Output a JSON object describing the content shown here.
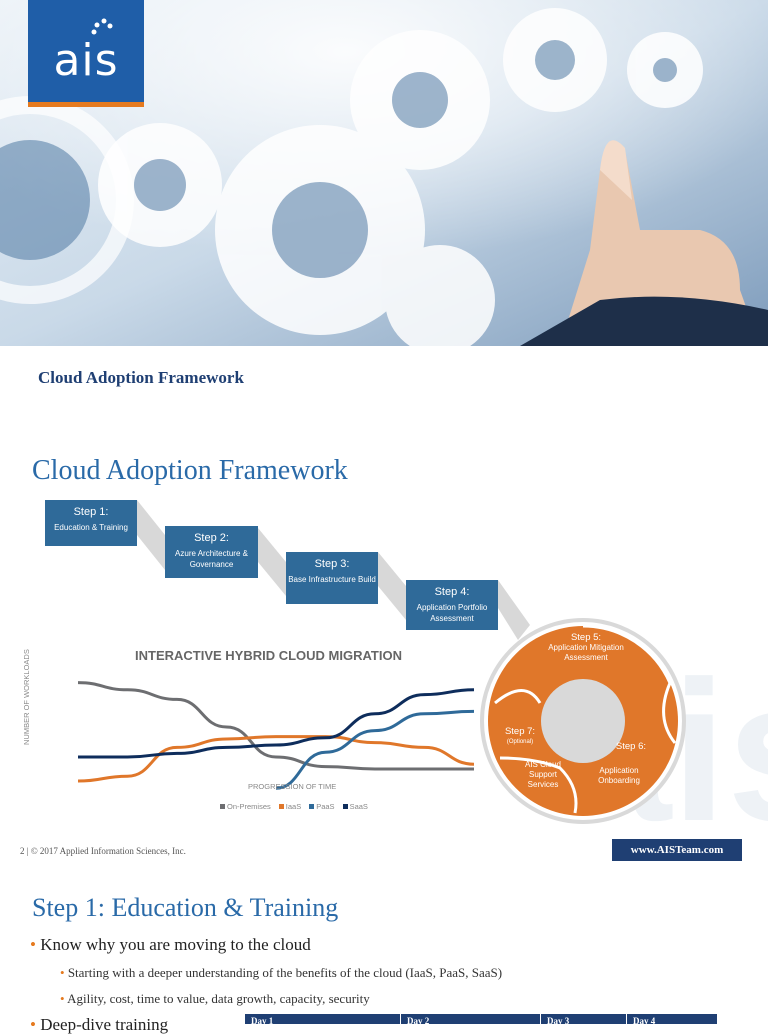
{
  "logo": {
    "text": "ais"
  },
  "header": {
    "title": "Cloud Adoption Framework"
  },
  "slide1": {
    "title": "Cloud Adoption Framework",
    "steps": [
      {
        "title": "Step 1:",
        "desc": "Education & Training"
      },
      {
        "title": "Step 2:",
        "desc": "Azure Architecture & Governance"
      },
      {
        "title": "Step 3:",
        "desc": "Base Infrastructure Build"
      },
      {
        "title": "Step 4:",
        "desc": "Application Portfolio Assessment"
      }
    ],
    "cycle": {
      "step5": {
        "title": "Step 5:",
        "desc": "Application Mitigation Assessment"
      },
      "step6": {
        "title": "Step 6:",
        "desc": "Application Onboarding"
      },
      "step7": {
        "title": "Step 7:",
        "sub": "(Optional)",
        "desc": "AIS Cloud Support Services"
      }
    }
  },
  "chart_data": {
    "type": "line",
    "title": "INTERACTIVE HYBRID CLOUD MIGRATION",
    "xlabel": "PROGRESSION OF TIME",
    "ylabel": "NUMBER OF WORKLOADS",
    "legend_position": "bottom",
    "x": [
      0,
      1,
      2,
      3,
      4,
      5,
      6,
      7,
      8
    ],
    "series": [
      {
        "name": "On-Premises",
        "color": "#6d6e71",
        "values": [
          0.92,
          0.86,
          0.78,
          0.55,
          0.3,
          0.22,
          0.2,
          0.2,
          0.2
        ]
      },
      {
        "name": "IaaS",
        "color": "#e0772a",
        "values": [
          0.1,
          0.14,
          0.38,
          0.45,
          0.47,
          0.47,
          0.42,
          0.38,
          0.24
        ]
      },
      {
        "name": "PaaS",
        "color": "#2f6a99",
        "values": [
          null,
          null,
          null,
          null,
          0.04,
          0.34,
          0.52,
          0.66,
          0.68
        ]
      },
      {
        "name": "SaaS",
        "color": "#0e2d5c",
        "values": [
          0.3,
          0.3,
          0.33,
          0.38,
          0.4,
          0.46,
          0.66,
          0.82,
          0.86
        ]
      }
    ],
    "ylim": [
      0,
      1
    ]
  },
  "footer": {
    "page": "2",
    "copyright": "© 2017 Applied Information Sciences, Inc.",
    "url": "www.AISTeam.com"
  },
  "slide2": {
    "title": "Step 1: Education & Training",
    "bullet": "Know why you are moving to the cloud",
    "sub_bullets": [
      "Starting with a deeper understanding of the benefits of the cloud (IaaS, PaaS, SaaS)",
      "Agility, cost, time to value, data growth,  capacity,  security"
    ],
    "bullet2_partial": "Deep-dive training",
    "table_headers": [
      "Day 1",
      "Day 2",
      "Day 3",
      "Day 4"
    ]
  }
}
